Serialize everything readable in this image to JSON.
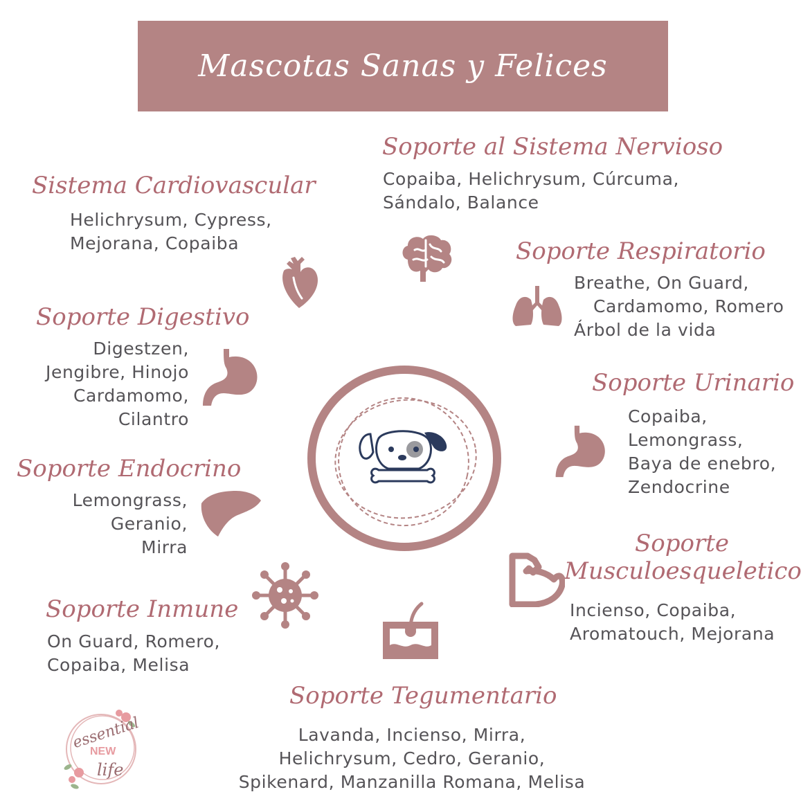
{
  "title": "Mascotas Sanas y Felices",
  "colors": {
    "accent": "#b48484",
    "title_text": "#b06a72",
    "body_text": "#555357",
    "dog_navy": "#2b3a5c"
  },
  "sections": {
    "nervioso": {
      "title": "Soporte al Sistema Nervioso",
      "lines": [
        "Copaiba, Helichrysum, Cúrcuma,",
        "Sándalo, Balance"
      ],
      "icon": "brain-icon"
    },
    "cardio": {
      "title": "Sistema Cardiovascular",
      "lines": [
        "Helichrysum, Cypress,",
        "Mejorana, Copaiba"
      ],
      "icon": "heart-icon"
    },
    "respiratorio": {
      "title": "Soporte Respiratorio",
      "lines": [
        "Breathe, On Guard,",
        "Cardamomo, Romero",
        "Árbol de la vida"
      ],
      "icon": "lungs-icon"
    },
    "digestivo": {
      "title": "Soporte Digestivo",
      "lines": [
        "Digestzen,",
        "Jengibre, Hinojo",
        "Cardamomo,",
        "Cilantro"
      ],
      "icon": "stomach-icon"
    },
    "urinario": {
      "title": "Soporte Urinario",
      "lines": [
        "Copaiba,",
        "Lemongrass,",
        "Baya de enebro,",
        "Zendocrine"
      ],
      "icon": "stomach-icon"
    },
    "endocrino": {
      "title": "Soporte Endocrino",
      "lines": [
        "Lemongrass,",
        "Geranio,",
        "Mirra"
      ],
      "icon": "liver-icon"
    },
    "musculo": {
      "title_lines": [
        "Soporte",
        "Musculoesqueletico"
      ],
      "lines": [
        "Incienso, Copaiba,",
        "Aromatouch, Mejorana"
      ],
      "icon": "muscle-arm-icon"
    },
    "inmune": {
      "title": "Soporte Inmune",
      "lines": [
        "On Guard, Romero,",
        "Copaiba, Melisa"
      ],
      "icon": "virus-icon"
    },
    "tegumentario": {
      "title": "Soporte Tegumentario",
      "lines": [
        "Lavanda, Incienso, Mirra,",
        "Helichrysum, Cedro, Geranio,",
        "Spikenard, Manzanilla Romana, Melisa"
      ],
      "icon": "skin-hair-icon"
    }
  },
  "center_icon": "dog-bone-icon",
  "logo": {
    "words": [
      "essential",
      "NEW",
      "life"
    ]
  }
}
